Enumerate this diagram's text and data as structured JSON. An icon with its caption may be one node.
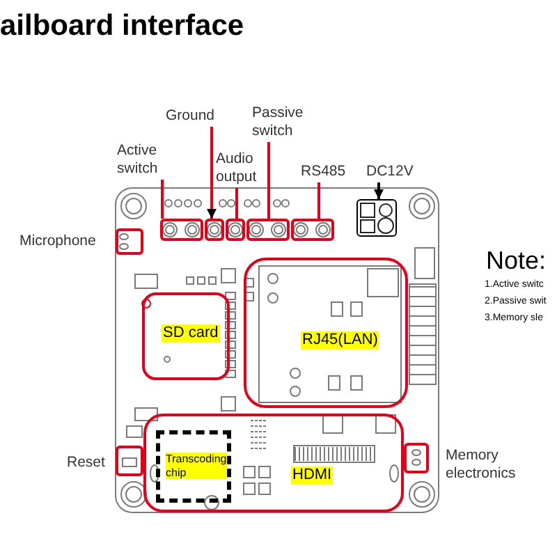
{
  "diagram": {
    "title": "ailboard interface",
    "nodes": [
      {
        "text": [
          "Active switch"
        ]
      },
      {
        "text": [
          "Ground"
        ]
      },
      {
        "text": [
          "Audio output"
        ]
      },
      {
        "text": [
          "Passive switch"
        ]
      },
      {
        "text": [
          "RS485"
        ]
      },
      {
        "text": [
          "DC12V"
        ]
      },
      {
        "text": [],
        "shape": "box"
      },
      {
        "text": [],
        "shape": "box"
      },
      {
        "text": [],
        "shape": "box"
      },
      {
        "text": [],
        "shape": "box"
      },
      {
        "text": [],
        "shape": "box"
      },
      {
        "text": [],
        "shape": "box"
      },
      {
        "text": [],
        "shape": "box",
        "beside": [
          "Microphone"
        ]
      },
      {
        "text": [
          "SD card"
        ]
      },
      {
        "text": [
          "RJ45(LAN)"
        ]
      },
      {
        "text": [
          "HDMI"
        ]
      },
      {
        "text": [
          "Transcoding chip"
        ],
        "in": 15
      },
      {
        "text": [],
        "shape": "box",
        "beside": [
          "Reset"
        ]
      },
      {
        "text": [],
        "shape": "box",
        "beside": [
          "Memory electronics"
        ]
      }
    ],
    "edges": [
      {
        "from": 0,
        "to": 6,
        "arrow": "none"
      },
      {
        "from": 1,
        "to": 7,
        "arrow": "to"
      },
      {
        "from": 2,
        "to": 8,
        "arrow": "none"
      },
      {
        "from": 3,
        "to": 9,
        "arrow": "none"
      },
      {
        "from": 4,
        "to": 10,
        "arrow": "none"
      },
      {
        "from": 5,
        "to": 11,
        "arrow": "to",
        "color": "#000000"
      }
    ],
    "labels": [
      "Note:",
      "1.Active switc",
      "2.Passive swit",
      "3.Memory sle"
    ]
  }
}
